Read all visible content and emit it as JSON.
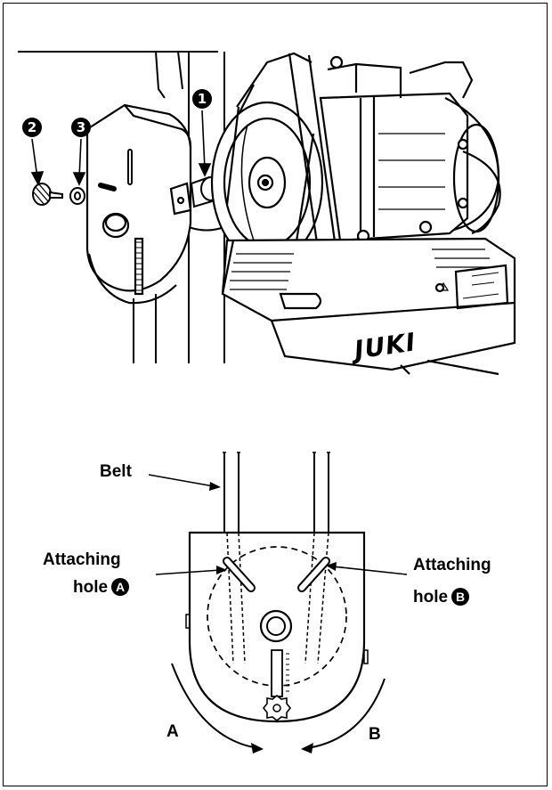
{
  "photo": {
    "callout_1": "1",
    "callout_2": "2",
    "callout_3": "3",
    "brand_logo": "JUKI"
  },
  "diagram": {
    "belt_label": "Belt",
    "hole_a_line1": "Attaching",
    "hole_a_line2": "hole",
    "hole_a_mark": "A",
    "hole_b_line1": "Attaching",
    "hole_b_line2": "hole",
    "hole_b_mark": "B",
    "direction_a": "A",
    "direction_b": "B"
  }
}
